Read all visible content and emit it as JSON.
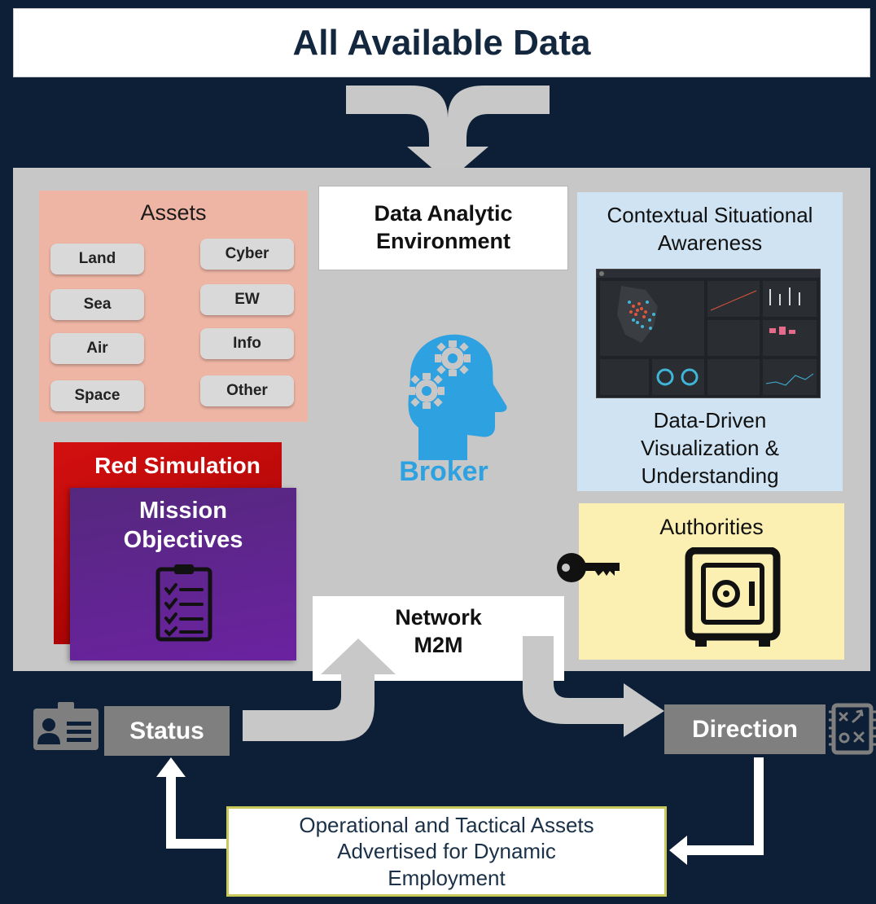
{
  "title": "All Available Data",
  "assets": {
    "title": "Assets",
    "items": [
      "Land",
      "Cyber",
      "Sea",
      "EW",
      "Air",
      "Info",
      "Space",
      "Other"
    ]
  },
  "data_analytic": {
    "line1": "Data Analytic",
    "line2": "Environment"
  },
  "csa": {
    "title_line1": "Contextual Situational",
    "title_line2": "Awareness",
    "sub_line1": "Data-Driven",
    "sub_line2": "Visualization &",
    "sub_line3": "Understanding"
  },
  "broker": "Broker",
  "red_simulation": "Red Simulation",
  "mission": {
    "line1": "Mission",
    "line2": "Objectives"
  },
  "network": {
    "line1": "Network",
    "line2": "M2M"
  },
  "authorities": "Authorities",
  "status": "Status",
  "direction": "Direction",
  "ops": {
    "line1": "Operational and Tactical Assets",
    "line2": "Advertised for Dynamic",
    "line3": "Employment"
  },
  "colors": {
    "background": "#0c1f36",
    "panel": "#c7c7c7",
    "assets": "#eeb4a4",
    "csa": "#cfe3f2",
    "authorities": "#fbf0b2",
    "broker": "#2ea1e0",
    "red": "#d41010",
    "purple": "#6b22a0",
    "arrow": "#c8c8c8"
  }
}
